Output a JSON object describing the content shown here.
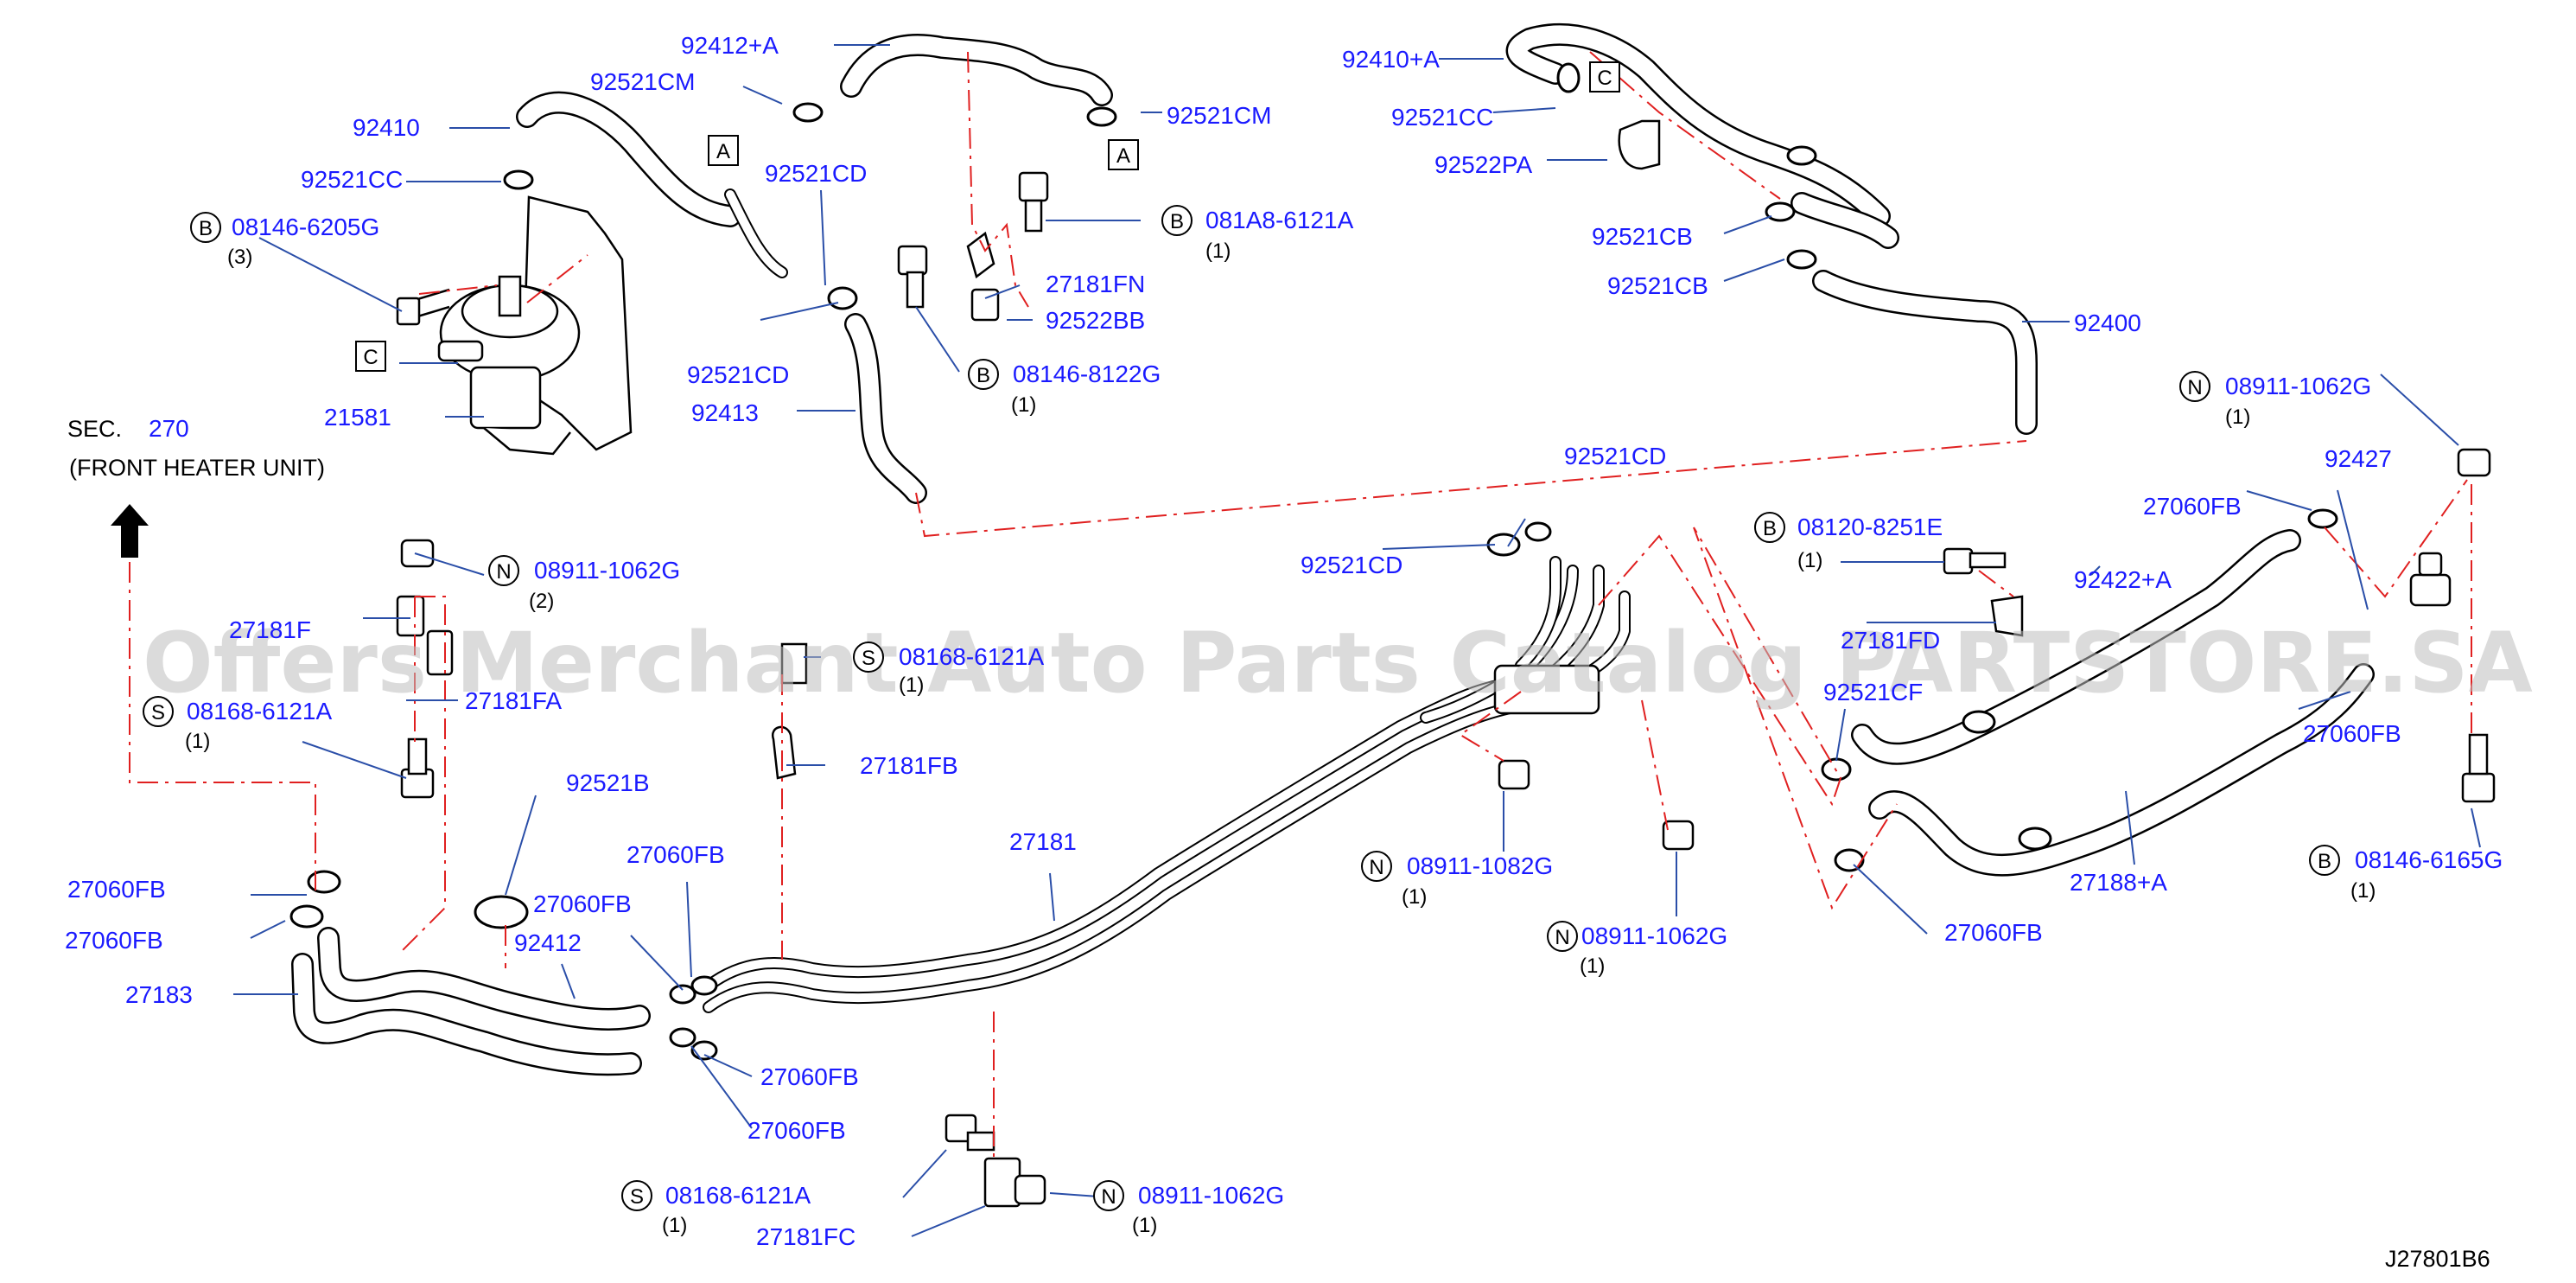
{
  "diagram_code": "J27801B6",
  "watermark": "Offers Merchant Auto Parts Catalog PARTSTORE.SA",
  "section": {
    "prefix": "SEC.",
    "number": "270",
    "description": "(FRONT   HEATER   UNIT)"
  },
  "labels": {
    "p92412A": "92412+A",
    "p92521CM_1": "92521CM",
    "p92521CM_2": "92521CM",
    "p92410": "92410",
    "p92521CC_1": "92521CC",
    "p08146_6205G": "08146-6205G",
    "q08146_6205G": "(3)",
    "p92521CD_1": "92521CD",
    "p92521CD_2": "92521CD",
    "p92413": "92413",
    "p21581": "21581",
    "p081A8_6121A": "081A8-6121A",
    "q081A8_6121A": "(1)",
    "p27181FN": "27181FN",
    "p92522BB": "92522BB",
    "p08146_8122G": "08146-8122G",
    "q08146_8122G": "(1)",
    "p92410A": "92410+A",
    "p92521CC_2": "92521CC",
    "p92522PA": "92522PA",
    "p92521CB_1": "92521CB",
    "p92521CB_2": "92521CB",
    "p92400": "92400",
    "p08911_1062G_1": "08911-1062G",
    "q08911_1062G_1": "(1)",
    "p92427": "92427",
    "p27060FB_1": "27060FB",
    "p08120_8251E": "08120-8251E",
    "q08120_8251E": "(1)",
    "p92422A": "92422+A",
    "p27181FD": "27181FD",
    "p92521CD_3": "92521CD",
    "p92521CD_4": "92521CD",
    "p92521_partial": "92521CF",
    "p27060FB_2": "27060FB",
    "p08146_6165G": "08146-6165G",
    "q08146_6165G": "(1)",
    "p27188A": "27188+A",
    "p27060FB_3": "27060FB",
    "p08911_1062G_2": "08911-1062G",
    "q08911_1062G_2": "(2)",
    "p27181F": "27181F",
    "p27181FA": "27181FA",
    "p08168_6121A_1": "08168-6121A",
    "q08168_6121A_1": "(1)",
    "p08168_6121A_2": "08168-6121A",
    "q08168_6121A_2": "(1)",
    "p27181FB": "27181FB",
    "p92521B": "92521B",
    "p27060FB_4": "27060FB",
    "p27060FB_5": "27060FB",
    "p27060FB_6": "27060FB",
    "p27060FB_7": "27060FB",
    "p27060FB_8": "27060FB",
    "p27060FB_9": "27060FB",
    "p92412": "92412",
    "p27183": "27183",
    "p27181": "27181",
    "p08911_1082G": "08911-1082G",
    "q08911_1082G": "(1)",
    "p08911_1062G_3": "08911-1062G",
    "q08911_1062G_3": "(1)",
    "p08168_6121A_3": "08168-6121A",
    "q08168_6121A_3": "(1)",
    "p08911_1062G_4": "08911-1062G",
    "q08911_1062G_4": "(1)",
    "p27181FC": "27181FC"
  },
  "symbols": {
    "bolt": "B",
    "nut": "N",
    "screw": "S",
    "ref_a": "A",
    "ref_c": "C"
  }
}
